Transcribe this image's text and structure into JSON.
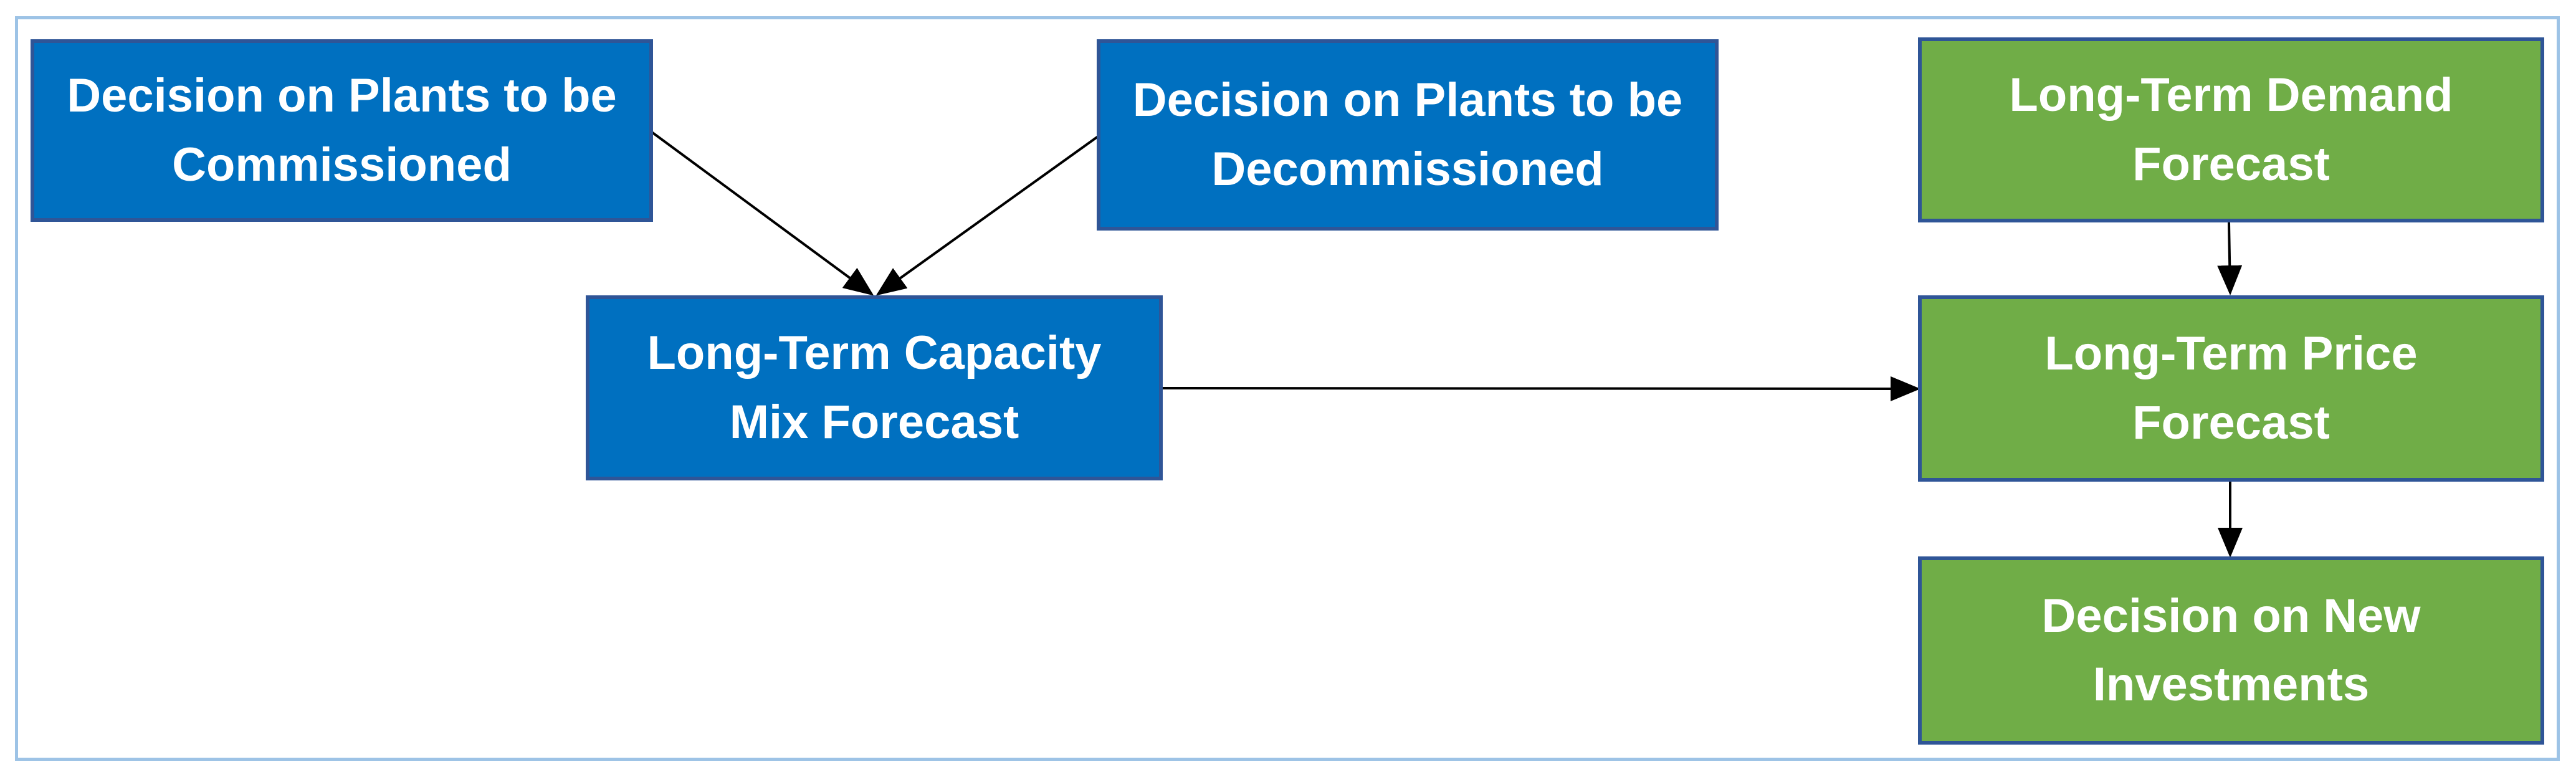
{
  "diagram": {
    "nodes": {
      "plants_commissioned": "Decision on Plants to be Commissioned",
      "plants_decommissioned": "Decision on Plants to be Decommissioned",
      "capacity_mix_forecast": "Long-Term Capacity Mix Forecast",
      "demand_forecast": "Long-Term Demand Forecast",
      "price_forecast": "Long-Term Price Forecast",
      "new_investments": "Decision on New Investments"
    },
    "edges": [
      {
        "from": "plants_commissioned",
        "to": "capacity_mix_forecast"
      },
      {
        "from": "plants_decommissioned",
        "to": "capacity_mix_forecast"
      },
      {
        "from": "capacity_mix_forecast",
        "to": "price_forecast"
      },
      {
        "from": "demand_forecast",
        "to": "price_forecast"
      },
      {
        "from": "price_forecast",
        "to": "new_investments"
      }
    ],
    "colors": {
      "blue_fill": "#0070c0",
      "green_fill": "#70ad47",
      "node_border": "#2f5597",
      "frame_border": "#9dc3e6",
      "arrow": "#000000"
    }
  }
}
